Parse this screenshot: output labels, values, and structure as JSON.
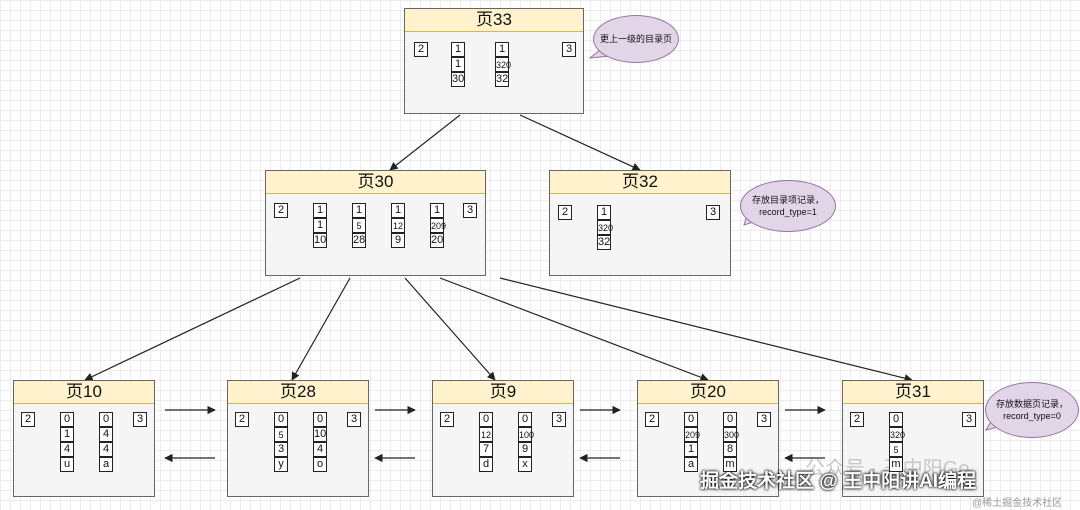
{
  "pages": [
    {
      "id": "p33",
      "title": "页33",
      "cells": [
        {
          "t": "2"
        },
        {
          "t": "1"
        },
        {
          "t": "1"
        },
        {
          "t": "30"
        },
        {
          "t": "1"
        },
        {
          "t": "320"
        },
        {
          "t": "32"
        },
        {
          "t": "3"
        }
      ]
    },
    {
      "id": "p30",
      "title": "页30",
      "cells": [
        {
          "t": "2"
        },
        {
          "t": "1"
        },
        {
          "t": "1"
        },
        {
          "t": "10"
        },
        {
          "t": "1"
        },
        {
          "t": "5"
        },
        {
          "t": "28"
        },
        {
          "t": "1"
        },
        {
          "t": "12"
        },
        {
          "t": "9"
        },
        {
          "t": "1"
        },
        {
          "t": "209"
        },
        {
          "t": "20"
        },
        {
          "t": "3"
        }
      ]
    },
    {
      "id": "p32",
      "title": "页32",
      "cells": [
        {
          "t": "2"
        },
        {
          "t": "1"
        },
        {
          "t": "320"
        },
        {
          "t": "32"
        },
        {
          "t": "3"
        }
      ]
    },
    {
      "id": "p10",
      "title": "页10",
      "cells": [
        {
          "t": "2"
        },
        {
          "t": "0"
        },
        {
          "t": "1"
        },
        {
          "t": "4"
        },
        {
          "t": "u"
        },
        {
          "t": "0"
        },
        {
          "t": "4"
        },
        {
          "t": "4"
        },
        {
          "t": "a"
        },
        {
          "t": "3"
        }
      ]
    },
    {
      "id": "p28",
      "title": "页28",
      "cells": [
        {
          "t": "2"
        },
        {
          "t": "0"
        },
        {
          "t": "5"
        },
        {
          "t": "3"
        },
        {
          "t": "y"
        },
        {
          "t": "0"
        },
        {
          "t": "10"
        },
        {
          "t": "4"
        },
        {
          "t": "o"
        },
        {
          "t": "3"
        }
      ]
    },
    {
      "id": "p9",
      "title": "页9",
      "cells": [
        {
          "t": "2"
        },
        {
          "t": "0"
        },
        {
          "t": "12"
        },
        {
          "t": "7"
        },
        {
          "t": "d"
        },
        {
          "t": "0"
        },
        {
          "t": "100"
        },
        {
          "t": "9"
        },
        {
          "t": "x"
        },
        {
          "t": "3"
        }
      ]
    },
    {
      "id": "p20",
      "title": "页20",
      "cells": [
        {
          "t": "2"
        },
        {
          "t": "0"
        },
        {
          "t": "209"
        },
        {
          "t": "1"
        },
        {
          "t": "a"
        },
        {
          "t": "0"
        },
        {
          "t": "300"
        },
        {
          "t": "8"
        },
        {
          "t": "m"
        },
        {
          "t": "3"
        }
      ]
    },
    {
      "id": "p31",
      "title": "页31",
      "cells": [
        {
          "t": "2"
        },
        {
          "t": "0"
        },
        {
          "t": "320"
        },
        {
          "t": "5"
        },
        {
          "t": "m"
        },
        {
          "t": "3"
        }
      ]
    }
  ],
  "notes": {
    "top": "更上一级的目录页",
    "middle": [
      "存放目录项记录，",
      "record_type=1"
    ],
    "bottom": [
      "存放数据页记录，",
      "record_type=0"
    ]
  },
  "watermark": {
    "main": "掘金技术社区 @ 王中阳讲AI编程",
    "faint": "公众号 · 王中阳Go",
    "small": "@稀土掘金技术社区"
  }
}
